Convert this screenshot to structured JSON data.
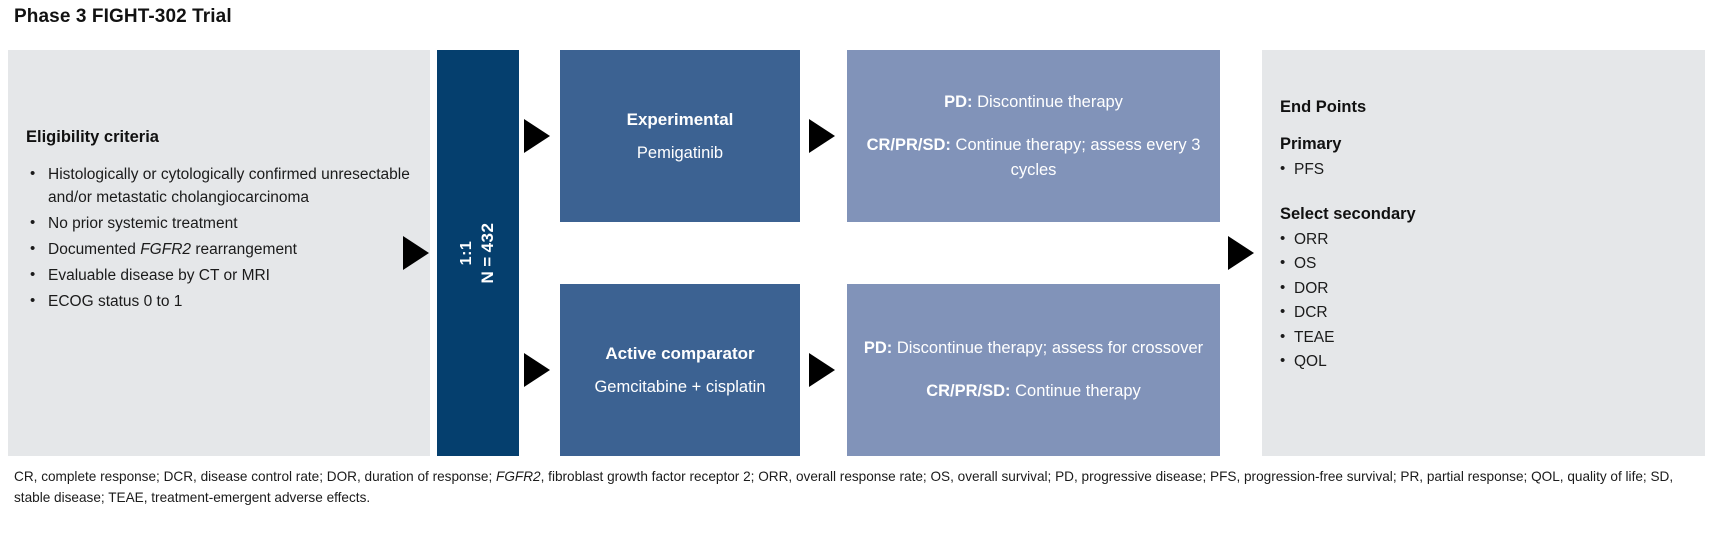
{
  "title": "Phase 3 FIGHT-302 Trial",
  "colors": {
    "panel_gray": "#e5e7e9",
    "navy": "#053f6e",
    "mid_blue": "#3c6292",
    "light_blue": "#8193b9",
    "arrow": "#000000",
    "text_dark": "#1b1b1b",
    "text_light": "#ffffff"
  },
  "eligibility": {
    "heading": "Eligibility criteria",
    "items": [
      {
        "pre": "Histologically or cytologically confirmed unresectable and/or metastatic cholangiocarcinoma",
        "italic": "",
        "post": ""
      },
      {
        "pre": "No prior systemic treatment",
        "italic": "",
        "post": ""
      },
      {
        "pre": "Documented ",
        "italic": "FGFR2",
        "post": " rearrangement"
      },
      {
        "pre": "Evaluable disease by CT or MRI",
        "italic": "",
        "post": ""
      },
      {
        "pre": "ECOG status 0 to 1",
        "italic": "",
        "post": ""
      }
    ]
  },
  "randomization": {
    "enrollment": "N = 432",
    "ratio": "1:1"
  },
  "arms": {
    "experimental": {
      "title": "Experimental",
      "drug": "Pemigatinib"
    },
    "comparator": {
      "title": "Active comparator",
      "drug": "Gemcitabine + cisplatin"
    }
  },
  "outcomes": {
    "top": [
      {
        "label": "PD:",
        "text": " Discontinue therapy"
      },
      {
        "label": "CR/PR/SD:",
        "text": " Continue therapy; assess every 3 cycles"
      }
    ],
    "bottom": [
      {
        "label": "PD:",
        "text": " Discontinue therapy; assess for crossover"
      },
      {
        "label": "CR/PR/SD:",
        "text": " Continue therapy"
      }
    ]
  },
  "endpoints": {
    "heading": "End Points",
    "primary_label": "Primary",
    "primary": [
      "PFS"
    ],
    "secondary_label": "Select secondary",
    "secondary": [
      "ORR",
      "OS",
      "DOR",
      "DCR",
      "TEAE",
      "QOL"
    ]
  },
  "footnote": {
    "part1": "CR, complete response; DCR, disease control rate; DOR, duration of response; ",
    "italic": "FGFR2",
    "part2": ", fibroblast growth factor receptor 2; ORR, overall response rate; OS, overall survival; PD, progressive disease; PFS, progression-free survival; PR, partial response; QOL, quality of life; SD, stable disease; TEAE, treatment-emergent adverse effects."
  }
}
